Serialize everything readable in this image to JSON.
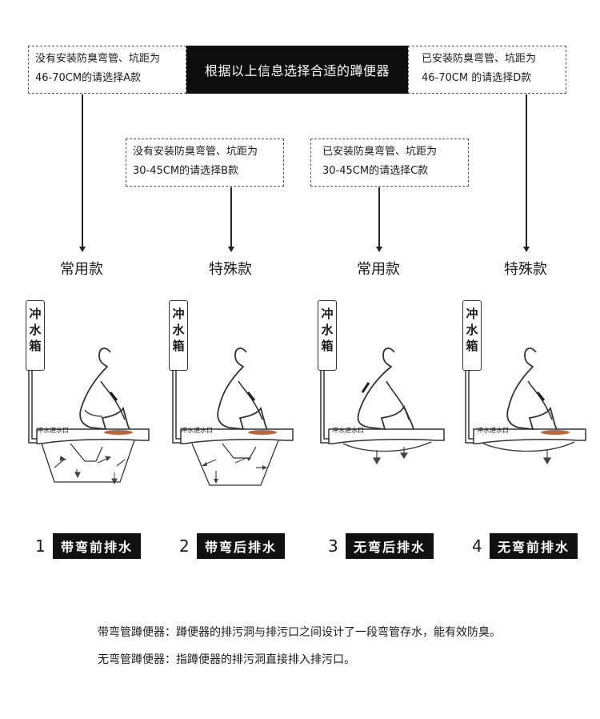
{
  "title": "根据以上信息选择合适的蹲便器",
  "boxes": {
    "a": {
      "line1": "没有安装防臭弯管、坑距为",
      "line2": "46-70CM的请选择A款"
    },
    "b": {
      "line1": "没有安装防臭弯管、坑距为",
      "line2": "30-45CM的请选择B款"
    },
    "c": {
      "line1": "已安装防臭弯管、坑距为",
      "line2": "30-45CM的请选择C款"
    },
    "d": {
      "line1": "已安装防臭弯管、坑距为",
      "line2": "46-70CM 的请选择D款"
    }
  },
  "categories": [
    "常用款",
    "特殊款",
    "常用款",
    "特殊款"
  ],
  "tank_label": [
    "冲",
    "水",
    "箱"
  ],
  "inlet_label": "冲水进水口",
  "models": [
    {
      "num": "1",
      "label": "带弯前排水"
    },
    {
      "num": "2",
      "label": "带弯后排水"
    },
    {
      "num": "3",
      "label": "无弯后排水"
    },
    {
      "num": "4",
      "label": "无弯前排水"
    }
  ],
  "notes": [
    "带弯管蹲便器：蹲便器的排污洞与排污口之间设计了一段弯管存水，能有效防臭。",
    "无弯管蹲便器：指蹲便器的排污洞直接排入排污口。"
  ],
  "colors": {
    "black": "#0e0e0e",
    "seat_pad": "#b8673f"
  }
}
